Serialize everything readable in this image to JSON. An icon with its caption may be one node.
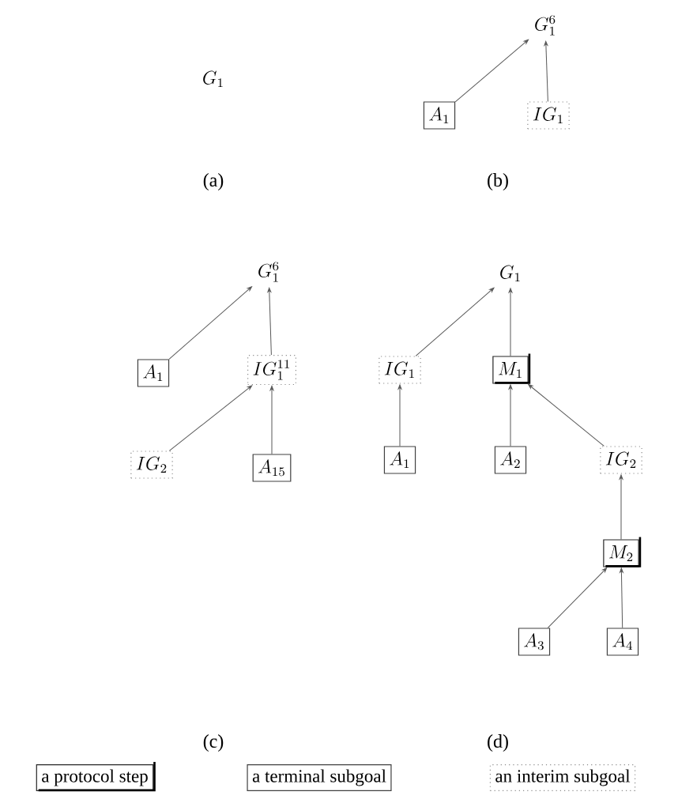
{
  "diagram": {
    "nodes": [
      {
        "text": [
          "G_1"
        ]
      },
      {
        "text": [
          "G_1^6"
        ]
      },
      {
        "text": [
          "A_1"
        ]
      },
      {
        "text": [
          "IG_1"
        ]
      },
      {
        "text": [
          "G_1^6"
        ]
      },
      {
        "text": [
          "A_1"
        ]
      },
      {
        "text": [
          "IG_1^{11}"
        ]
      },
      {
        "text": [
          "IG_2"
        ]
      },
      {
        "text": [
          "A_{15}"
        ]
      },
      {
        "text": [
          "G_1"
        ]
      },
      {
        "text": [
          "IG_1"
        ]
      },
      {
        "text": [
          "M_1"
        ]
      },
      {
        "text": [
          "A_1"
        ]
      },
      {
        "text": [
          "A_2"
        ]
      },
      {
        "text": [
          "IG_2"
        ]
      },
      {
        "text": [
          "M_2"
        ]
      },
      {
        "text": [
          "A_3"
        ]
      },
      {
        "text": [
          "A_4"
        ]
      }
    ],
    "edges": [
      {
        "from": 2,
        "to": 1,
        "arrow": "to"
      },
      {
        "from": 3,
        "to": 1,
        "arrow": "to"
      },
      {
        "from": 5,
        "to": 4,
        "arrow": "to"
      },
      {
        "from": 6,
        "to": 4,
        "arrow": "to"
      },
      {
        "from": 7,
        "to": 6,
        "arrow": "to"
      },
      {
        "from": 8,
        "to": 6,
        "arrow": "to"
      },
      {
        "from": 10,
        "to": 9,
        "arrow": "to"
      },
      {
        "from": 11,
        "to": 9,
        "arrow": "to"
      },
      {
        "from": 12,
        "to": 10,
        "arrow": "to"
      },
      {
        "from": 13,
        "to": 11,
        "arrow": "to"
      },
      {
        "from": 14,
        "to": 11,
        "arrow": "to"
      },
      {
        "from": 15,
        "to": 14,
        "arrow": "to"
      },
      {
        "from": 16,
        "to": 15,
        "arrow": "to"
      },
      {
        "from": 17,
        "to": 15,
        "arrow": "to"
      }
    ],
    "labels": [
      "(a)",
      "(b)",
      "(c)",
      "(d)"
    ],
    "legend": [
      {
        "text": "a protocol step"
      },
      {
        "text": "a terminal subgoal"
      },
      {
        "text": "an interim subgoal"
      }
    ]
  }
}
